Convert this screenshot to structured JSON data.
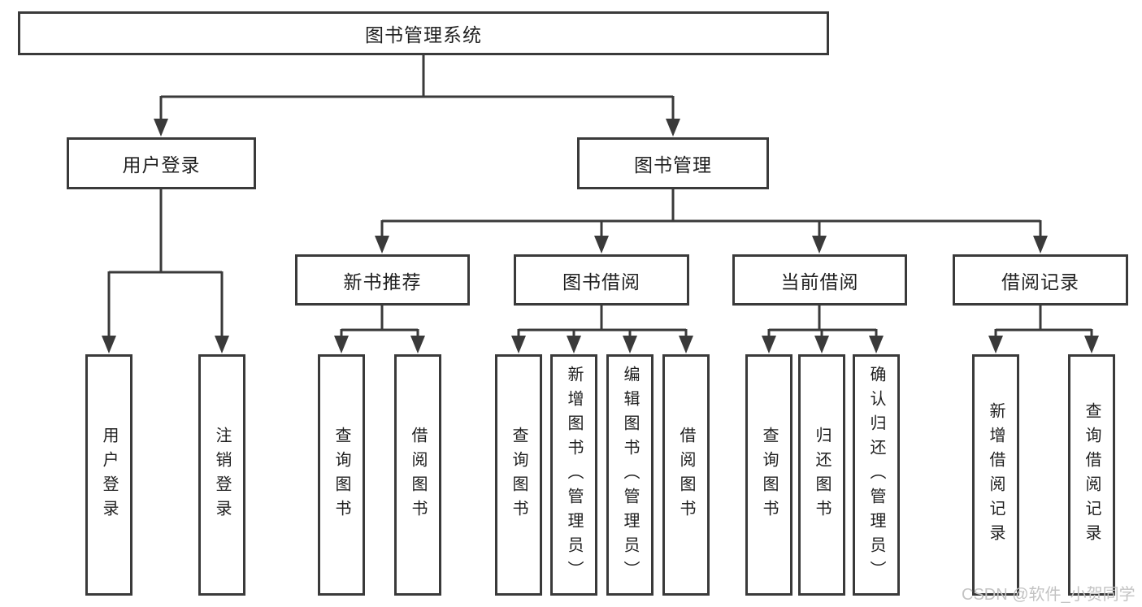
{
  "diagram": {
    "title": "图书管理系统",
    "root": {
      "label": "图书管理系统"
    },
    "branches": [
      {
        "label": "用户登录",
        "children": [
          {
            "label": "用户登录"
          },
          {
            "label": "注销登录"
          }
        ]
      },
      {
        "label": "图书管理",
        "children": [
          {
            "label": "新书推荐",
            "children": [
              {
                "label": "查询图书"
              },
              {
                "label": "借阅图书"
              }
            ]
          },
          {
            "label": "图书借阅",
            "children": [
              {
                "label": "查询图书"
              },
              {
                "label": "新增图书（管理员）"
              },
              {
                "label": "编辑图书（管理员）"
              },
              {
                "label": "借阅图书"
              }
            ]
          },
          {
            "label": "当前借阅",
            "children": [
              {
                "label": "查询图书"
              },
              {
                "label": "归还图书"
              },
              {
                "label": "确认归还（管理员）"
              }
            ]
          },
          {
            "label": "借阅记录",
            "children": [
              {
                "label": "新增借阅记录"
              },
              {
                "label": "查询借阅记录"
              }
            ]
          }
        ]
      }
    ]
  },
  "watermark": {
    "text": "CSDN @软件_小贺同学"
  },
  "colors": {
    "line": "#3a3a3a",
    "box_border": "#3a3a3a",
    "text": "#1f1f1f",
    "watermark": "#c3c3c3",
    "background": "#ffffff"
  }
}
